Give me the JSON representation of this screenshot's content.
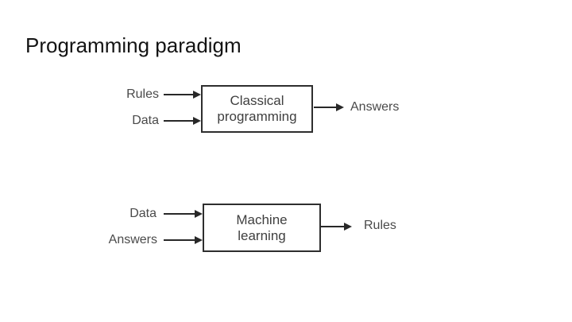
{
  "slide": {
    "title": "Programming paradigm"
  },
  "diagrams": [
    {
      "id": "classical-programming",
      "inputs": [
        "Rules",
        "Data"
      ],
      "box": [
        "Classical",
        "programming"
      ],
      "output": "Answers"
    },
    {
      "id": "machine-learning",
      "inputs": [
        "Data",
        "Answers"
      ],
      "box": [
        "Machine",
        "learning"
      ],
      "output": "Rules"
    }
  ],
  "colors": {
    "background": "#ffffff",
    "title_text": "#141414",
    "diagram_text": "#4a4a4a",
    "box_text": "#3f3f3f",
    "line_and_border": "#282828"
  }
}
